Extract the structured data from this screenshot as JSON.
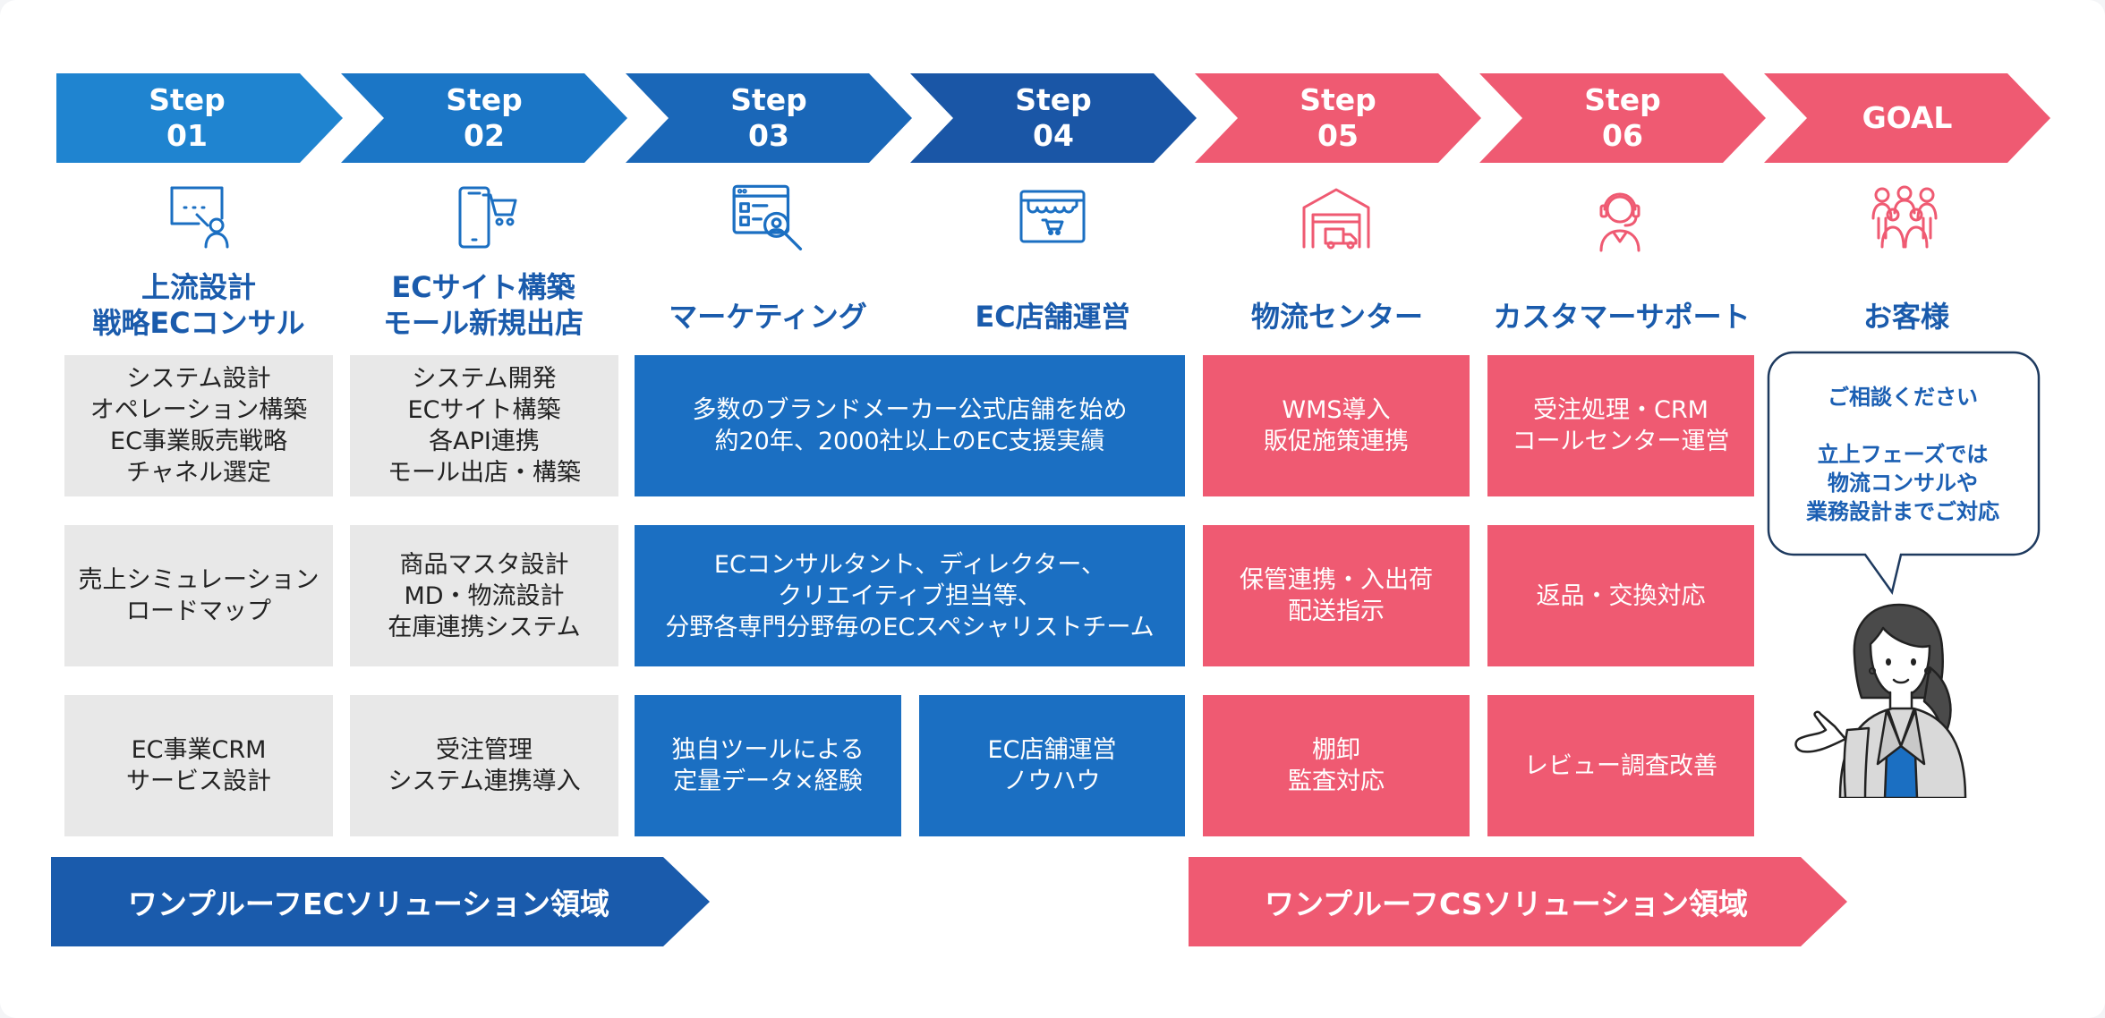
{
  "colors": {
    "blue1": "#1f84d0",
    "blue2": "#1b76c6",
    "blue3": "#1a67b8",
    "blue4": "#1a56a6",
    "pink": "#ef5a72",
    "box_blue": "#1b6fc2",
    "box_gray": "#e8e8e8",
    "title_blue": "#1a5bac"
  },
  "steps": [
    {
      "line1": "Step",
      "line2": "01",
      "icon": "consulting-presentation-icon",
      "title1": "上流設計",
      "title2": "戦略ECコンサル"
    },
    {
      "line1": "Step",
      "line2": "02",
      "icon": "smartphone-cart-icon",
      "title1": "ECサイト構築",
      "title2": "モール新規出店"
    },
    {
      "line1": "Step",
      "line2": "03",
      "icon": "browser-magnifier-icon",
      "title1": "マーケティング",
      "title2": ""
    },
    {
      "line1": "Step",
      "line2": "04",
      "icon": "online-store-icon",
      "title1": "EC店舗運営",
      "title2": ""
    },
    {
      "line1": "Step",
      "line2": "05",
      "icon": "warehouse-truck-icon",
      "title1": "物流センター",
      "title2": ""
    },
    {
      "line1": "Step",
      "line2": "06",
      "icon": "headset-operator-icon",
      "title1": "カスタマーサポート",
      "title2": ""
    },
    {
      "line1": "GOAL",
      "line2": "",
      "icon": "customers-group-icon",
      "title1": "お客様",
      "title2": ""
    }
  ],
  "boxes": {
    "s1_r1": [
      "システム設計",
      "オペレーション構築",
      "EC事業販売戦略",
      "チャネル選定"
    ],
    "s1_r2": [
      "売上シミュレーション",
      "ロードマップ"
    ],
    "s1_r3": [
      "EC事業CRM",
      "サービス設計"
    ],
    "s2_r1": [
      "システム開発",
      "ECサイト構築",
      "各API連携",
      "モール出店・構築"
    ],
    "s2_r2": [
      "商品マスタ設計",
      "MD・物流設計",
      "在庫連携システム"
    ],
    "s2_r3": [
      "受注管理",
      "システム連携導入"
    ],
    "s34_r1": [
      "多数のブランドメーカー公式店舗を始め",
      "約20年、2000社以上のEC支援実績"
    ],
    "s34_r2": [
      "ECコンサルタント、ディレクター、",
      "クリエイティブ担当等、",
      "分野各専門分野毎のECスペシャリストチーム"
    ],
    "s3_r3": [
      "独自ツールによる",
      "定量データ×経験"
    ],
    "s4_r3": [
      "EC店舗運営",
      "ノウハウ"
    ],
    "s5_r1": [
      "WMS導入",
      "販促施策連携"
    ],
    "s5_r2": [
      "保管連携・入出荷",
      "配送指示"
    ],
    "s5_r3": [
      "棚卸",
      "監査対応"
    ],
    "s6_r1": [
      "受注処理・CRM",
      "コールセンター運営"
    ],
    "s6_r2": [
      "返品・交換対応"
    ],
    "s6_r3": [
      "レビュー調査改善"
    ]
  },
  "bubble": {
    "line1": "ご相談ください",
    "line2": "立上フェーズでは",
    "line3": "物流コンサルや",
    "line4": "業務設計までご対応"
  },
  "bands": {
    "ec": "ワンプルーフECソリューション領域",
    "cs": "ワンプルーフCSソリューション領域"
  }
}
